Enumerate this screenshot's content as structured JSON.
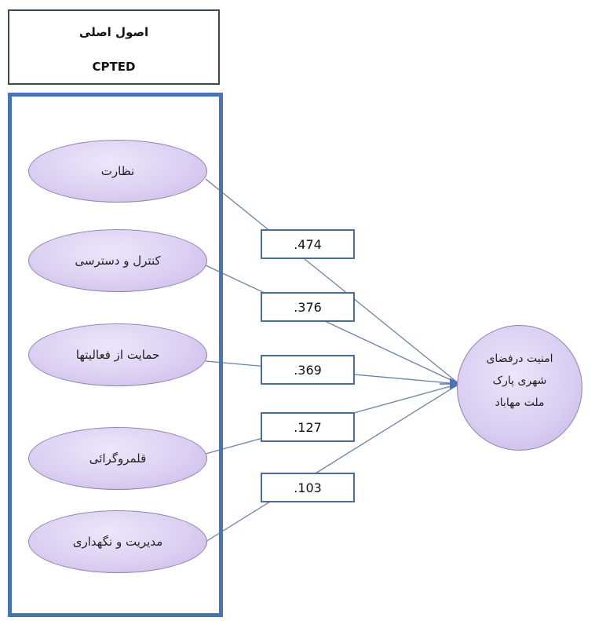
{
  "header": {
    "title": "اصول اصلی",
    "subtitle": "CPTED"
  },
  "factors": [
    {
      "label": "نظارت",
      "coefficient": ".474"
    },
    {
      "label": "کنترل و دسترسی",
      "coefficient": ".376"
    },
    {
      "label": "حمایت از فعالیتها",
      "coefficient": ".369"
    },
    {
      "label": "قلمروگرائی",
      "coefficient": ".127"
    },
    {
      "label": "مدیریت و نگهداری",
      "coefficient": ".103"
    }
  ],
  "outcome": {
    "line1": "امنیت درفضای",
    "line2": "شهری پارک",
    "line3": "ملت مهاباد"
  },
  "colors": {
    "frame": "#4674b4",
    "ellipse_fill": "#dcd0f2",
    "connector": "#6c82a8"
  }
}
